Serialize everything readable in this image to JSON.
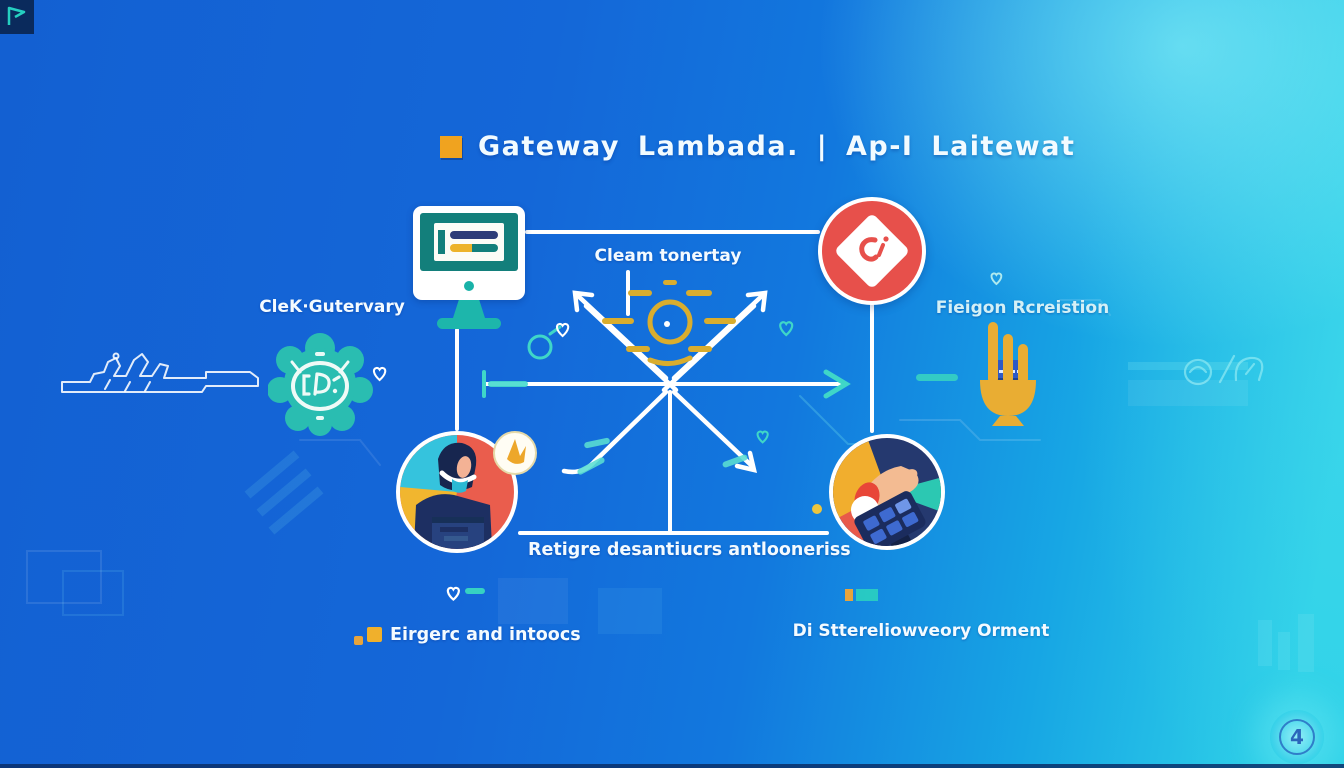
{
  "header": {
    "title": "Gateway Lambada. | Ap-I Laitewat"
  },
  "nodes": {
    "monitor_label": "Cleam tonertay",
    "gateway_label": "CleK·Gutervary",
    "recognition_label": "Fieigon Rcreistion",
    "process_label": "Retigre desantiucrs antlooneriss",
    "bottom_left_label": "Eirgerc and intoocs",
    "bottom_right_label": "Di Sttereliowveory Orment"
  },
  "corner_badge": {
    "value": "4"
  },
  "icons": {
    "title_bullet": "orange-square",
    "monitor": "monitor-icon",
    "alert": "alert-diamond-icon",
    "gear": "gear-blob-icon",
    "sun": "sun-icon",
    "hand": "hand-trophy-icon",
    "person_left": "person-avatar-icon",
    "person_right": "hands-calculator-icon",
    "corner_badge": "number-badge-icon"
  },
  "colors": {
    "background_blue": "#1360d2",
    "background_cyan": "#2fd2e8",
    "accent_orange": "#f0a31f",
    "accent_teal": "#2abdb1",
    "accent_red": "#e7504b",
    "accent_yellow": "#e9ad33",
    "navy": "#1d2f62",
    "white": "#ffffff"
  }
}
